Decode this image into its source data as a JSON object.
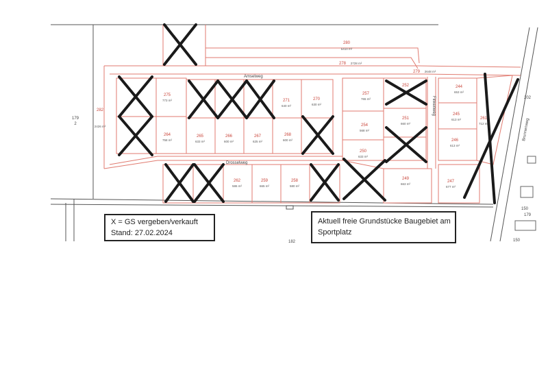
{
  "legend": {
    "line1": "X = GS vergeben/verkauft",
    "line2": "Stand: 27.02.2024",
    "title_line1": "Aktuell freie Grundstücke Baugebiet am",
    "title_line2": "Sportplatz"
  },
  "streets": {
    "amselweg": "Amselweg",
    "drosselweg": "Drosselweg",
    "finkenweg": "Finkenweg",
    "brunnenweg": "Brunnenweg"
  },
  "colors": {
    "plan_line": "#e07a6f",
    "plan_text": "#c9453a",
    "cross": "#1a1a1a",
    "frame": "#222222"
  },
  "parcels": [
    {
      "id": "280",
      "area": "5410 m²",
      "sold": false
    },
    {
      "id": "278",
      "area": "2728 m²",
      "sold": false
    },
    {
      "id": "279",
      "area": "2648 m²",
      "sold": false
    },
    {
      "id": "282",
      "area": "2426 m²",
      "sold": false
    },
    {
      "id": "275",
      "area": "773 m²",
      "sold": false
    },
    {
      "id": "271",
      "area": "640 m²",
      "sold": false
    },
    {
      "id": "270",
      "area": "630 m²",
      "sold": false
    },
    {
      "id": "257",
      "area": "765 m²",
      "sold": false
    },
    {
      "id": "252",
      "area": "",
      "sold": true
    },
    {
      "id": "251",
      "area": "660 m²",
      "sold": false
    },
    {
      "id": "244",
      "area": "653 m²",
      "sold": false
    },
    {
      "id": "245",
      "area": "613 m²",
      "sold": false
    },
    {
      "id": "261",
      "area": "712 m²",
      "sold": true
    },
    {
      "id": "264",
      "area": "758 m²",
      "sold": true
    },
    {
      "id": "265",
      "area": "633 m²",
      "sold": false
    },
    {
      "id": "266",
      "area": "600 m²",
      "sold": false
    },
    {
      "id": "267",
      "area": "625 m²",
      "sold": false
    },
    {
      "id": "268",
      "area": "600 m²",
      "sold": false
    },
    {
      "id": "254",
      "area": "568 m²",
      "sold": false
    },
    {
      "id": "250",
      "area": "633 m²",
      "sold": false
    },
    {
      "id": "246",
      "area": "613 m²",
      "sold": false
    },
    {
      "id": "262",
      "area": "586 m²",
      "sold": false
    },
    {
      "id": "259",
      "area": "665 m²",
      "sold": false
    },
    {
      "id": "258",
      "area": "580 m²",
      "sold": false
    },
    {
      "id": "249",
      "area": "663 m²",
      "sold": false
    },
    {
      "id": "247",
      "area": "677 m²",
      "sold": false
    }
  ],
  "side_labels": {
    "left_parcel": "179",
    "left_parcel_sub": "2",
    "bottom_parcel": "182",
    "right_top": "202",
    "right_mid_a": "150",
    "right_mid_b": "179",
    "right_bottom": "150"
  }
}
